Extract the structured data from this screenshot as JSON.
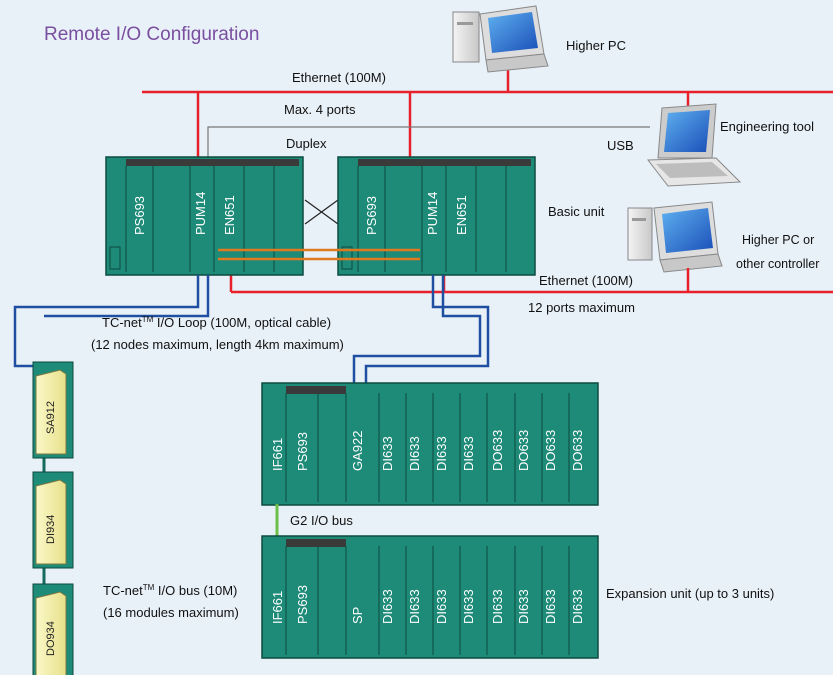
{
  "title": "Remote I/O Configuration",
  "colors": {
    "background": "#e8f0f8",
    "title": "#7a4fa0",
    "ethernet": "#e8202a",
    "loop": "#1f4fa0",
    "g2bus": "#6cc04a",
    "crossover": "#e07a20",
    "module": "#1e8a78",
    "module_dark": "#166a5c",
    "slot_yellow": "#f4f0a8"
  },
  "labels": {
    "higher_pc": "Higher PC",
    "ethernet_top": "Ethernet (100M)",
    "max_ports": "Max. 4 ports",
    "engineering_tool": "Engineering tool",
    "usb": "USB",
    "duplex": "Duplex",
    "basic_unit": "Basic unit",
    "higher_pc_or": "Higher PC or",
    "other_controller": "other controller",
    "ethernet_bottom": "Ethernet (100M)",
    "ports_12": "12 ports maximum",
    "loop_line1_pre": "TC-net",
    "loop_line1_sup": "TM",
    "loop_line1_post": " I/O Loop (100M, optical cable)",
    "loop_line2": "(12 nodes maximum, length 4km maximum)",
    "g2_bus": "G2 I/O bus",
    "bus_line1_pre": "TC-net",
    "bus_line1_sup": "TM",
    "bus_line1_post": " I/O bus (10M)",
    "bus_line2": "(16 modules maximum)",
    "expansion": "Expansion unit (up to 3 units)"
  },
  "basic_unit_left": [
    "PS693",
    "PUM14",
    "EN651"
  ],
  "basic_unit_right": [
    "PS693",
    "PUM14",
    "EN651"
  ],
  "remote_unit": [
    "IF661",
    "PS693",
    "GA922",
    "DI633",
    "DI633",
    "DI633",
    "DI633",
    "DO633",
    "DO633",
    "DO633",
    "DO633"
  ],
  "expansion_unit": [
    "IF661",
    "PS693",
    "SP",
    "DI633",
    "DI633",
    "DI633",
    "DI633",
    "DI633",
    "DI633",
    "DI633",
    "DI633"
  ],
  "io_modules": [
    "SA912",
    "DI934",
    "DO934"
  ],
  "icons": [
    "desktop-pc-icon",
    "laptop-icon",
    "desktop-pc-icon"
  ]
}
